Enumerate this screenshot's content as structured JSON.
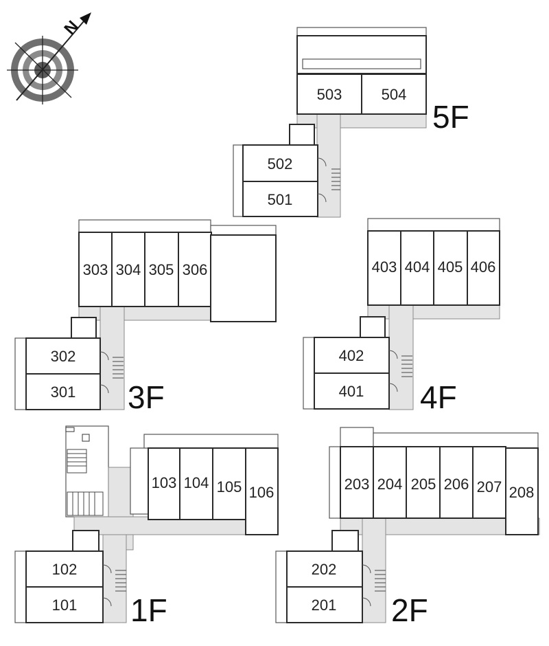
{
  "compass": {
    "north_label": "N"
  },
  "floors": {
    "f5": {
      "label": "5F",
      "rooms": [
        "503",
        "504",
        "502",
        "501"
      ]
    },
    "f3": {
      "label": "3F",
      "rooms": [
        "303",
        "304",
        "305",
        "306",
        "302",
        "301"
      ]
    },
    "f4": {
      "label": "4F",
      "rooms": [
        "403",
        "404",
        "405",
        "406",
        "402",
        "401"
      ]
    },
    "f1": {
      "label": "1F",
      "rooms": [
        "103",
        "104",
        "105",
        "106",
        "102",
        "101"
      ]
    },
    "f2": {
      "label": "2F",
      "rooms": [
        "203",
        "204",
        "205",
        "206",
        "207",
        "208",
        "202",
        "201"
      ]
    }
  }
}
